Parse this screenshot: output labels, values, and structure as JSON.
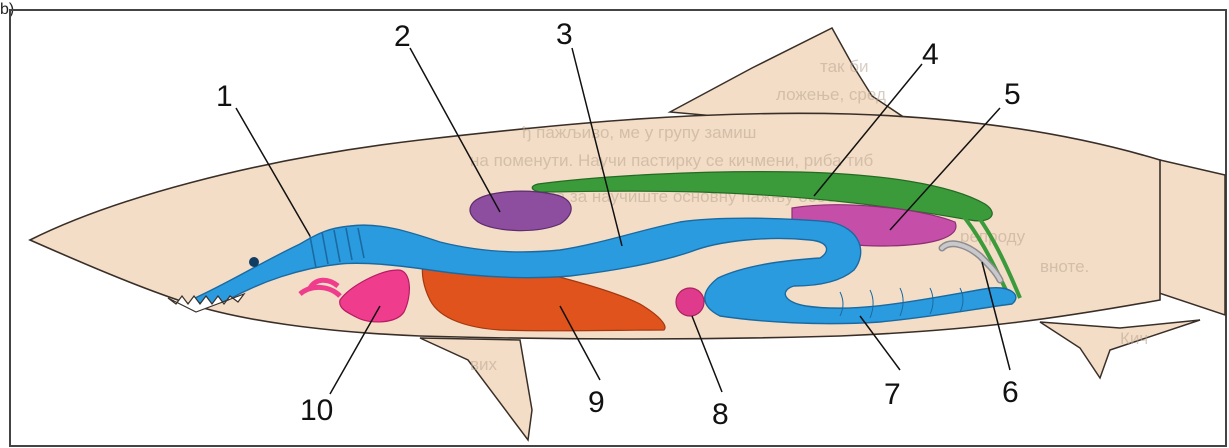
{
  "corner_text": "b)",
  "labels": {
    "n1": "1",
    "n2": "2",
    "n3": "3",
    "n4": "4",
    "n5": "5",
    "n6": "6",
    "n7": "7",
    "n8": "8",
    "n9": "9",
    "n10": "10"
  },
  "bleed_text": [
    "так би",
    "ложење, сред",
    "ђ пажљиво, ме у групу замиш",
    "на поменути. Научи пастирку се кичмени, риба тиб",
    "колачима за научиште основну пажњу особито само",
    "репроду",
    "вноте.",
    "вих",
    "Кич"
  ],
  "colors": {
    "body": "#f3ddc6",
    "outline": "#3a2f28",
    "digestive": "#2b9be0",
    "liver": "#e0531c",
    "gonad": "#3b9b3b",
    "kidney": "#c54fa8",
    "spleen": "#8e4ea0",
    "heart": "#f03c8c",
    "rectal_gland": "#c9c9cc",
    "frame": "#444444"
  }
}
